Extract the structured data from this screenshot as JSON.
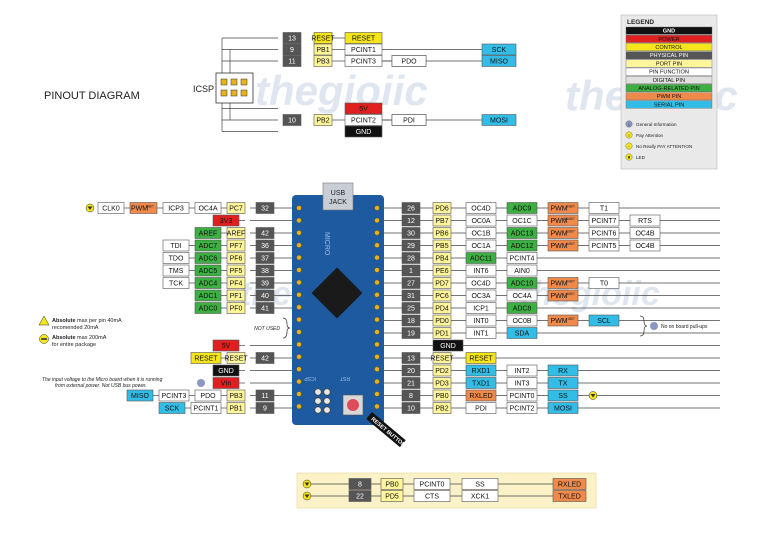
{
  "title": "PINOUT DIAGRAM",
  "watermark": "thegioiic",
  "icsp_label": "ICSP",
  "colors": {
    "gnd": "#111111",
    "power": "#e02020",
    "control": "#f5e51a",
    "physical": "#555555",
    "port": "#fff59a",
    "function": "#ffffff",
    "digital": "#e0e0e0",
    "analog": "#3cb043",
    "pwm": "#f08a4b",
    "serial": "#33bde6",
    "board": "#1e5aa0",
    "pin_gold": "#e8b21a",
    "line": "#444444"
  },
  "legend": {
    "title": "LEGEND",
    "items": [
      {
        "label": "GND",
        "kind": "gnd"
      },
      {
        "label": "POWER",
        "kind": "power"
      },
      {
        "label": "CONTROL",
        "kind": "control"
      },
      {
        "label": "PHYSICAL PIN",
        "kind": "physical"
      },
      {
        "label": "PORT PIN",
        "kind": "port"
      },
      {
        "label": "PIN FUNCTION",
        "kind": "function"
      },
      {
        "label": "DIGITAL PIN",
        "kind": "digital"
      },
      {
        "label": "ANALOG-RELATED PIN",
        "kind": "analog"
      },
      {
        "label": "PWM PIN",
        "kind": "pwm"
      },
      {
        "label": "SERIAL PIN",
        "kind": "serial"
      }
    ],
    "icons": [
      {
        "symbol": "i",
        "label": "General Information"
      },
      {
        "symbol": "!",
        "label": "Pay Attention"
      },
      {
        "symbol": "-",
        "label": "No Really PAY ATTENTION"
      },
      {
        "symbol": "▼",
        "label": "LED"
      }
    ]
  },
  "board": {
    "usb": "USB JACK",
    "micro": "MICRO",
    "icsp_pad": "ICSP",
    "rst": "RST",
    "reset_button": "RESET BUTTON"
  },
  "notes": {
    "not_used": "NOT USED",
    "pullups": "No on board pull-ups",
    "absolute1_bold": "Absolute",
    "absolute1_rest": " max per pin 40mA",
    "absolute1_line2": "recomended 20mA",
    "absolute2_bold": "Absolute",
    "absolute2_rest": " max 200mA",
    "absolute2_line2": "for entire package",
    "vin_line1": "The input voltage to the Micro board when it is running",
    "vin_line2": "from external power. Not USB bus power."
  },
  "icsp": [
    {
      "num": "13",
      "port": "RESET",
      "func": "RESET",
      "extra": "",
      "serial": ""
    },
    {
      "num": "9",
      "port": "PB1",
      "func": "PCINT1",
      "extra": "",
      "serial": "SCK"
    },
    {
      "num": "11",
      "port": "PB3",
      "func": "PCINT3",
      "extra": "PDO",
      "serial": "MISO"
    },
    {
      "num": "",
      "port": "",
      "func": "5V",
      "extra": "",
      "serial": ""
    },
    {
      "num": "10",
      "port": "PB2",
      "func": "PCINT2",
      "extra": "PDI",
      "serial": "MOSI"
    },
    {
      "num": "",
      "port": "",
      "func": "GND",
      "extra": "",
      "serial": ""
    }
  ],
  "left_pins": [
    {
      "num": "32",
      "port": "PC7",
      "cells": [
        {
          "t": "OC4A",
          "k": "function"
        },
        {
          "t": "ICP3",
          "k": "function"
        },
        {
          "t": "PWM",
          "k": "pwm",
          "sup": "10BIT"
        },
        {
          "t": "CLK0",
          "k": "function"
        }
      ],
      "led": true
    },
    {
      "num": "",
      "port": "",
      "cells": [
        {
          "t": "3V3",
          "k": "power"
        }
      ]
    },
    {
      "num": "42",
      "port": "AREF",
      "cells": [
        {
          "t": "AREF",
          "k": "analog"
        }
      ]
    },
    {
      "num": "36",
      "port": "PF7",
      "cells": [
        {
          "t": "ADC7",
          "k": "analog"
        },
        {
          "t": "TDI",
          "k": "function"
        }
      ]
    },
    {
      "num": "37",
      "port": "PF6",
      "cells": [
        {
          "t": "ADC6",
          "k": "analog"
        },
        {
          "t": "TDO",
          "k": "function"
        }
      ]
    },
    {
      "num": "38",
      "port": "PF5",
      "cells": [
        {
          "t": "ADC5",
          "k": "analog"
        },
        {
          "t": "TMS",
          "k": "function"
        }
      ]
    },
    {
      "num": "39",
      "port": "PF4",
      "cells": [
        {
          "t": "ADC4",
          "k": "analog"
        },
        {
          "t": "TCK",
          "k": "function"
        }
      ]
    },
    {
      "num": "40",
      "port": "PF1",
      "cells": [
        {
          "t": "ADC1",
          "k": "analog"
        }
      ]
    },
    {
      "num": "41",
      "port": "PF0",
      "cells": [
        {
          "t": "ADC0",
          "k": "analog"
        }
      ]
    },
    {
      "num": "",
      "port": "",
      "cells": [
        {
          "t": "5V",
          "k": "power"
        }
      ]
    },
    {
      "num": "42",
      "port": "RESET",
      "cells": [
        {
          "t": "RESET",
          "k": "control"
        }
      ]
    },
    {
      "num": "",
      "port": "",
      "cells": [
        {
          "t": "GND",
          "k": "gnd"
        }
      ]
    },
    {
      "num": "",
      "port": "",
      "cells": [
        {
          "t": "VIn",
          "k": "power"
        }
      ]
    },
    {
      "num": "11",
      "port": "PB3",
      "cells": [
        {
          "t": "PDO",
          "k": "function"
        },
        {
          "t": "PCINT3",
          "k": "function"
        },
        {
          "t": "MISO",
          "k": "serial"
        }
      ]
    },
    {
      "num": "9",
      "port": "PB1",
      "cells": [
        {
          "t": "PCINT1",
          "k": "function"
        },
        {
          "t": "SCK",
          "k": "serial"
        }
      ]
    }
  ],
  "right_pins": [
    {
      "num": "26",
      "port": "PD6",
      "cells": [
        {
          "t": "OC4D",
          "k": "function"
        },
        {
          "t": "ADC9",
          "k": "analog"
        },
        {
          "t": "PWM",
          "k": "pwm",
          "sup": "10BIT"
        },
        {
          "t": "T1",
          "k": "function"
        }
      ]
    },
    {
      "num": "12",
      "port": "PB7",
      "cells": [
        {
          "t": "OC0A",
          "k": "function"
        },
        {
          "t": "OC1C",
          "k": "function"
        },
        {
          "t": "PWM",
          "k": "pwm",
          "sup": "8/16BIT"
        },
        {
          "t": "PCINT7",
          "k": "function"
        },
        {
          "t": "RTS",
          "k": "function"
        }
      ]
    },
    {
      "num": "30",
      "port": "PB6",
      "cells": [
        {
          "t": "OC1B",
          "k": "function"
        },
        {
          "t": "ADC13",
          "k": "analog"
        },
        {
          "t": "PWM",
          "k": "pwm",
          "sup": "16BIT"
        },
        {
          "t": "PCINT6",
          "k": "function"
        },
        {
          "t": "OC4B",
          "k": "function"
        }
      ]
    },
    {
      "num": "29",
      "port": "PB5",
      "cells": [
        {
          "t": "OC1A",
          "k": "function"
        },
        {
          "t": "ADC12",
          "k": "analog"
        },
        {
          "t": "PWM",
          "k": "pwm",
          "sup": "16BIT"
        },
        {
          "t": "PCINT5",
          "k": "function"
        },
        {
          "t": "OC4B",
          "k": "function"
        }
      ]
    },
    {
      "num": "28",
      "port": "PB4",
      "cells": [
        {
          "t": "ADC11",
          "k": "analog"
        },
        {
          "t": "PCINT4",
          "k": "function"
        }
      ]
    },
    {
      "num": "1",
      "port": "PE6",
      "cells": [
        {
          "t": "INT6",
          "k": "function"
        },
        {
          "t": "AIN0",
          "k": "function"
        }
      ]
    },
    {
      "num": "27",
      "port": "PD7",
      "cells": [
        {
          "t": "OC4D",
          "k": "function"
        },
        {
          "t": "ADC10",
          "k": "analog"
        },
        {
          "t": "PWM",
          "k": "pwm",
          "sup": "10BIT"
        },
        {
          "t": "T0",
          "k": "function"
        }
      ]
    },
    {
      "num": "31",
      "port": "PC6",
      "cells": [
        {
          "t": "OC3A",
          "k": "function"
        },
        {
          "t": "OC4A",
          "k": "function"
        },
        {
          "t": "PWM",
          "k": "pwm",
          "sup": "16BIT"
        }
      ]
    },
    {
      "num": "25",
      "port": "PD4",
      "cells": [
        {
          "t": "ICP1",
          "k": "function"
        },
        {
          "t": "ADC8",
          "k": "analog"
        }
      ]
    },
    {
      "num": "18",
      "port": "PD0",
      "cells": [
        {
          "t": "INT0",
          "k": "function"
        },
        {
          "t": "OC0B",
          "k": "function"
        },
        {
          "t": "PWM",
          "k": "pwm",
          "sup": "8BIT"
        },
        {
          "t": "SCL",
          "k": "serial"
        }
      ]
    },
    {
      "num": "19",
      "port": "PD1",
      "cells": [
        {
          "t": "INT1",
          "k": "function"
        },
        {
          "t": "SDA",
          "k": "serial"
        }
      ]
    },
    {
      "num": "",
      "port": "",
      "cells": [
        {
          "t": "GND",
          "k": "gnd"
        }
      ]
    },
    {
      "num": "13",
      "port": "RESET",
      "cells": [
        {
          "t": "RESET",
          "k": "control"
        }
      ]
    },
    {
      "num": "20",
      "port": "PD2",
      "cells": [
        {
          "t": "RXD1",
          "k": "serial"
        },
        {
          "t": "INT2",
          "k": "function"
        },
        {
          "t": "RX",
          "k": "serial"
        }
      ]
    },
    {
      "num": "21",
      "port": "PD3",
      "cells": [
        {
          "t": "TXD1",
          "k": "serial"
        },
        {
          "t": "INT3",
          "k": "function"
        },
        {
          "t": "TX",
          "k": "serial"
        }
      ]
    },
    {
      "num": "8",
      "port": "PB0",
      "cells": [
        {
          "t": "RXLED",
          "k": "pwm"
        },
        {
          "t": "PCINT0",
          "k": "function"
        },
        {
          "t": "SS",
          "k": "serial"
        }
      ],
      "led": true
    },
    {
      "num": "10",
      "port": "PB2",
      "cells": [
        {
          "t": "PDI",
          "k": "function"
        },
        {
          "t": "PCINT2",
          "k": "function"
        },
        {
          "t": "MOSI",
          "k": "serial"
        }
      ]
    }
  ],
  "led_box": [
    {
      "num": "8",
      "port": "PB0",
      "cells": [
        {
          "t": "PCINT0",
          "k": "function"
        },
        {
          "t": "SS",
          "k": "function"
        },
        {
          "t": "RXLED",
          "k": "pwm"
        }
      ]
    },
    {
      "num": "22",
      "port": "PD5",
      "cells": [
        {
          "t": "CTS",
          "k": "function"
        },
        {
          "t": "XCK1",
          "k": "function"
        },
        {
          "t": "TXLED",
          "k": "pwm"
        }
      ]
    }
  ]
}
